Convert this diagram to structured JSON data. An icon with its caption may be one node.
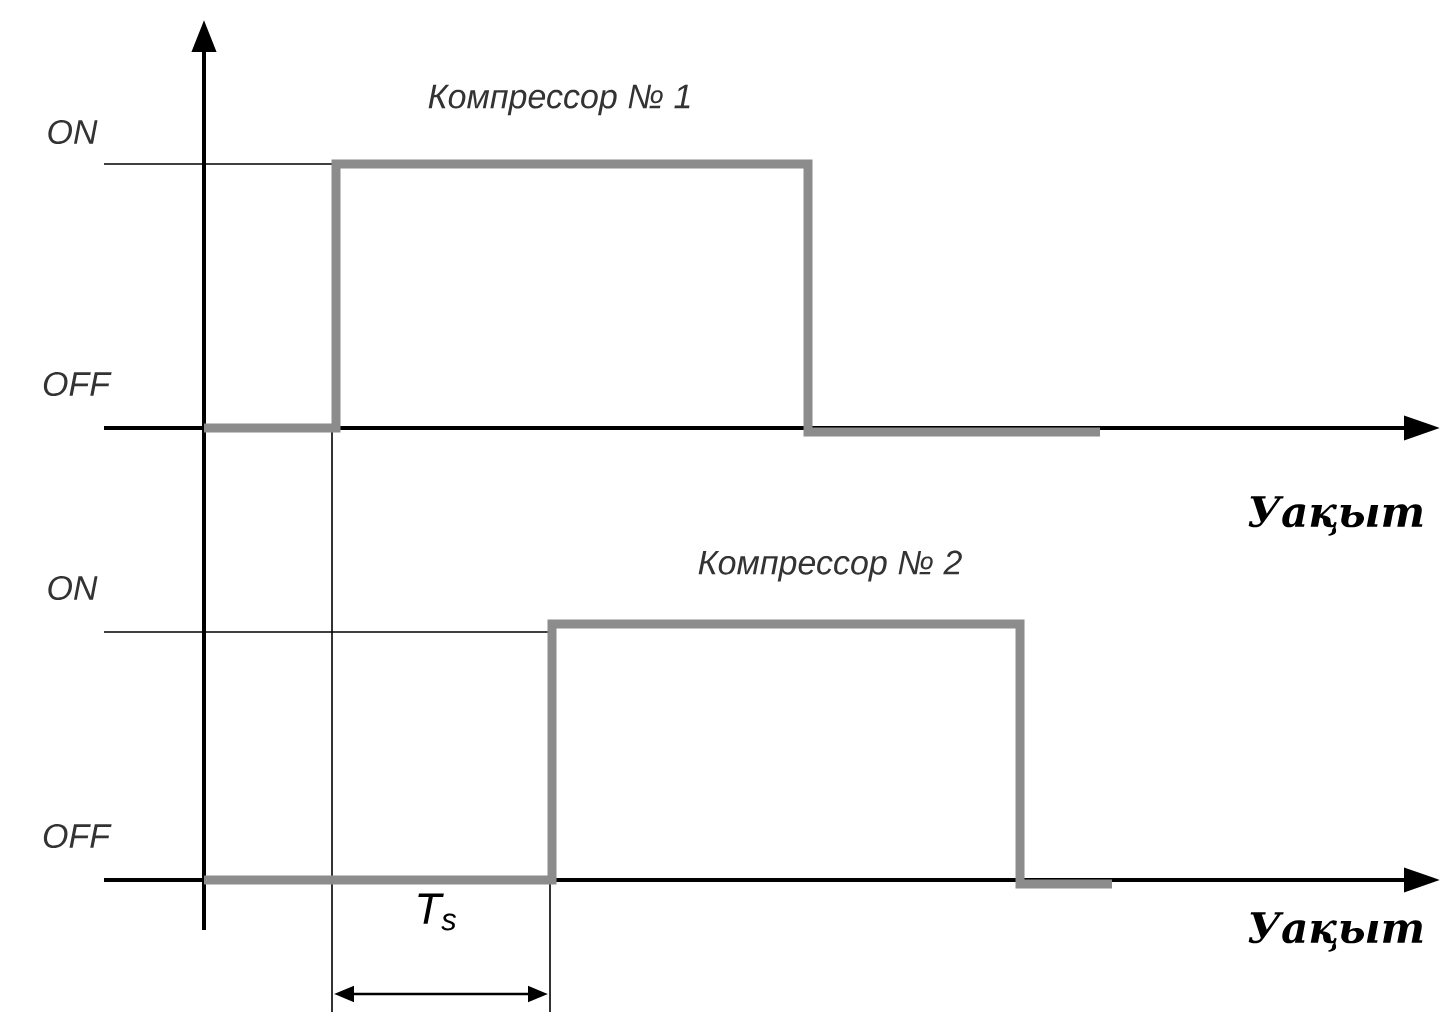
{
  "diagram": {
    "labels": [
      "ON",
      "Компрессор № 1",
      "OFF",
      "Уақыт",
      "ON",
      "Компрессор № 2",
      "OFF",
      "Уақыт",
      "T$_{s}$"
    ]
  }
}
